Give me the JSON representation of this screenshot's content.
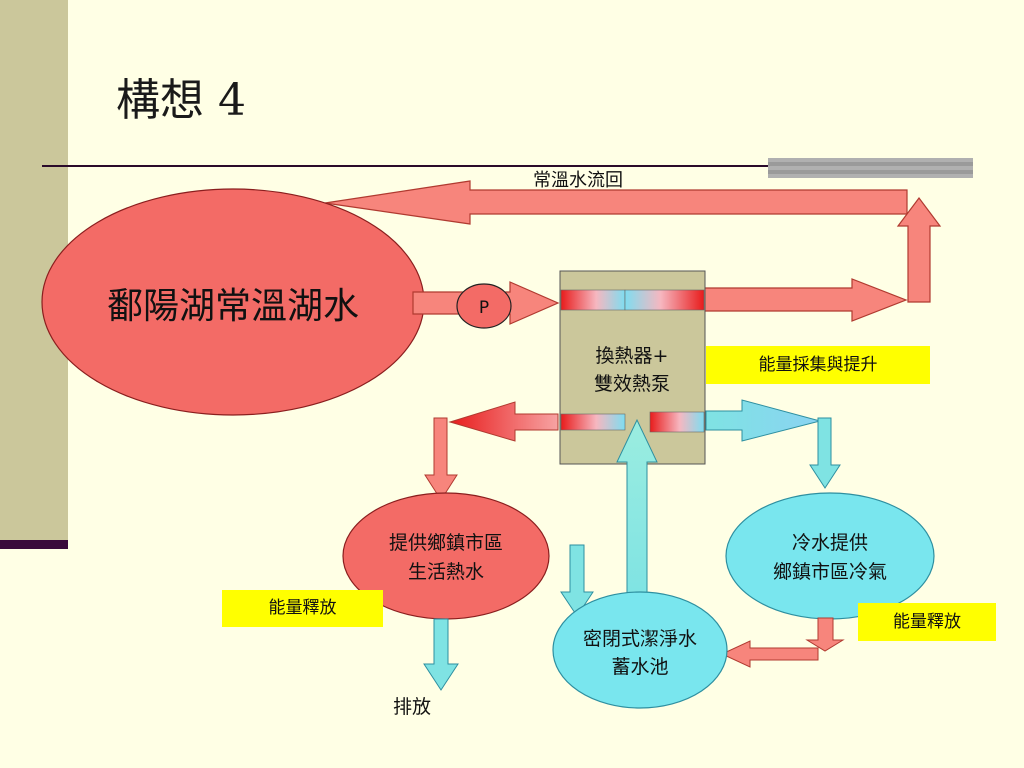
{
  "slide": {
    "title": "構想 4"
  },
  "diagram": {
    "lake_label": "鄱陽湖常溫湖水",
    "return_flow_label": "常溫水流回",
    "pump_label": "P",
    "hx_line1": "換熱器+",
    "hx_line2": "雙效熱泵",
    "energy_collect_label": "能量採集與提升",
    "hot_water_line1": "提供鄉鎮市區",
    "hot_water_line2": "生活熱水",
    "cold_water_line1": "冷水提供",
    "cold_water_line2": "鄉鎮市區冷氣",
    "tank_line1": "密閉式潔淨水",
    "tank_line2": "蓄水池",
    "energy_release_left": "能量釋放",
    "energy_release_right": "能量釋放",
    "discharge_label": "排放"
  },
  "colors": {
    "lake": "#F36B66",
    "arrow_salmon": "#F7857C",
    "arrow_red": "#E82020",
    "arrow_cyan": "#7FE3E3",
    "cold_bubble": "#79E6EE",
    "hx_box": "#CBC79B",
    "tag_yellow": "#FFFF00"
  }
}
